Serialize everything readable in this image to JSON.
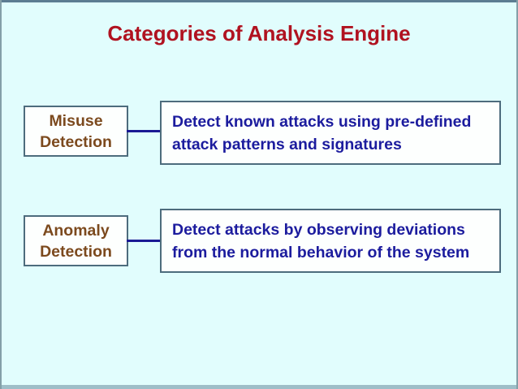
{
  "slide": {
    "title": "Categories of Analysis Engine",
    "rows": [
      {
        "label": "Misuse\nDetection",
        "description": "Detect known attacks using pre-defined\nattack patterns and signatures"
      },
      {
        "label": "Anomaly\nDetection",
        "description": "Detect attacks by observing deviations\nfrom the normal behavior of the system"
      }
    ],
    "colors": {
      "title": "#B01220",
      "label_text": "#7C4A1E",
      "description_text": "#1C1C9E",
      "connector": "#1A1A94",
      "box_border": "#4D6C7D",
      "box_background": "#FDFFFE",
      "slide_background": "#E1FDFD",
      "top_edge": "#5C7D92",
      "bottom_edge": "#9EBEC8",
      "side_edge": "#84A0A8"
    }
  }
}
